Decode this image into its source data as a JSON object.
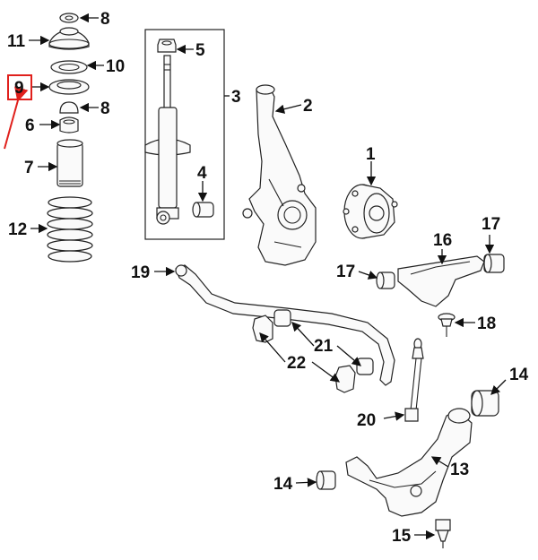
{
  "callouts": {
    "p1": "1",
    "p2": "2",
    "p3": "3",
    "p4": "4",
    "p5": "5",
    "p6": "6",
    "p7": "7",
    "p8a": "8",
    "p8b": "8",
    "p9": "9",
    "p10": "10",
    "p11": "11",
    "p12": "12",
    "p13": "13",
    "p14a": "14",
    "p14b": "14",
    "p15": "15",
    "p16": "16",
    "p17a": "17",
    "p17b": "17",
    "p18": "18",
    "p19": "19",
    "p20": "20",
    "p21": "21",
    "p22": "22"
  },
  "highlight": {
    "part": "9",
    "color": "#e0201c"
  },
  "colors": {
    "ink": "#111111",
    "highlight": "#e0201c"
  }
}
